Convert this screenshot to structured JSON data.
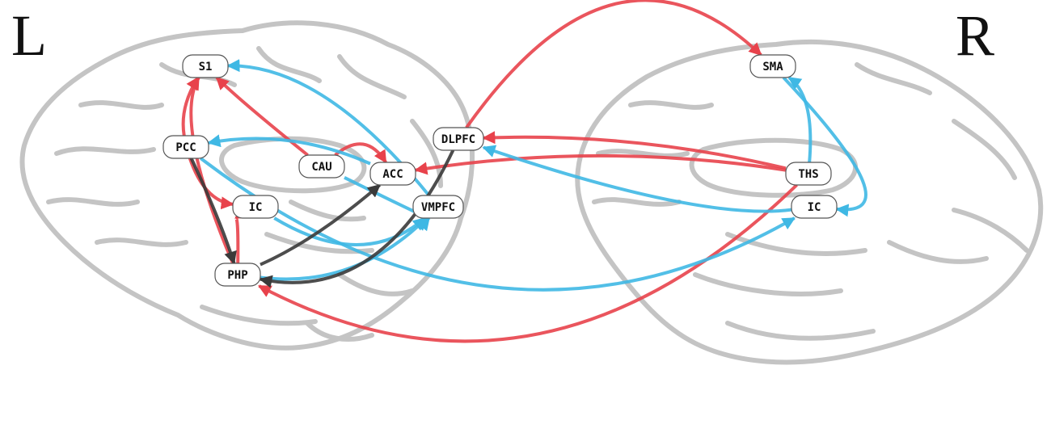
{
  "hemispheres": {
    "left": "L",
    "right": "R"
  },
  "nodes": [
    {
      "id": "S1",
      "label": "S1"
    },
    {
      "id": "PCC",
      "label": "PCC"
    },
    {
      "id": "CAU",
      "label": "CAU"
    },
    {
      "id": "ACC",
      "label": "ACC"
    },
    {
      "id": "DLPFC",
      "label": "DLPFC"
    },
    {
      "id": "IC_L",
      "label": "IC"
    },
    {
      "id": "VMPFC",
      "label": "VMPFC"
    },
    {
      "id": "PHP",
      "label": "PHP"
    },
    {
      "id": "SMA",
      "label": "SMA"
    },
    {
      "id": "THS",
      "label": "THS"
    },
    {
      "id": "IC_R",
      "label": "IC"
    }
  ],
  "edges": [
    {
      "from": "PCC",
      "to": "S1",
      "kind": "excitatory"
    },
    {
      "from": "CAU",
      "to": "S1",
      "kind": "excitatory"
    },
    {
      "from": "PHP",
      "to": "S1",
      "kind": "excitatory"
    },
    {
      "from": "CAU",
      "to": "ACC",
      "kind": "excitatory"
    },
    {
      "from": "PCC",
      "to": "IC_L",
      "kind": "excitatory"
    },
    {
      "from": "PHP",
      "to": "IC_L",
      "kind": "excitatory"
    },
    {
      "from": "DLPFC",
      "to": "SMA",
      "kind": "excitatory"
    },
    {
      "from": "THS",
      "to": "DLPFC",
      "kind": "excitatory"
    },
    {
      "from": "THS",
      "to": "ACC",
      "kind": "excitatory"
    },
    {
      "from": "THS",
      "to": "PHP",
      "kind": "excitatory"
    },
    {
      "from": "VMPFC",
      "to": "S1",
      "kind": "inhibitory"
    },
    {
      "from": "ACC",
      "to": "PCC",
      "kind": "inhibitory"
    },
    {
      "from": "CAU",
      "to": "VMPFC",
      "kind": "inhibitory"
    },
    {
      "from": "IC_L",
      "to": "VMPFC",
      "kind": "inhibitory"
    },
    {
      "from": "PHP",
      "to": "VMPFC",
      "kind": "inhibitory"
    },
    {
      "from": "IC_R",
      "to": "DLPFC",
      "kind": "inhibitory"
    },
    {
      "from": "THS",
      "to": "SMA",
      "kind": "inhibitory"
    },
    {
      "from": "SMA",
      "to": "IC_R",
      "kind": "inhibitory"
    },
    {
      "from": "PCC",
      "to": "IC_R",
      "kind": "inhibitory"
    },
    {
      "from": "PCC",
      "to": "PHP",
      "kind": "other"
    },
    {
      "from": "PHP",
      "to": "ACC",
      "kind": "other"
    },
    {
      "from": "DLPFC",
      "to": "PHP",
      "kind": "other"
    }
  ],
  "colors": {
    "excitatory": "#e8424b",
    "inhibitory": "#3fb8e4",
    "other": "#3a3a3a",
    "brain_outline": "#c4c4c4",
    "node_fill": "#ffffff",
    "node_stroke": "#555555"
  }
}
